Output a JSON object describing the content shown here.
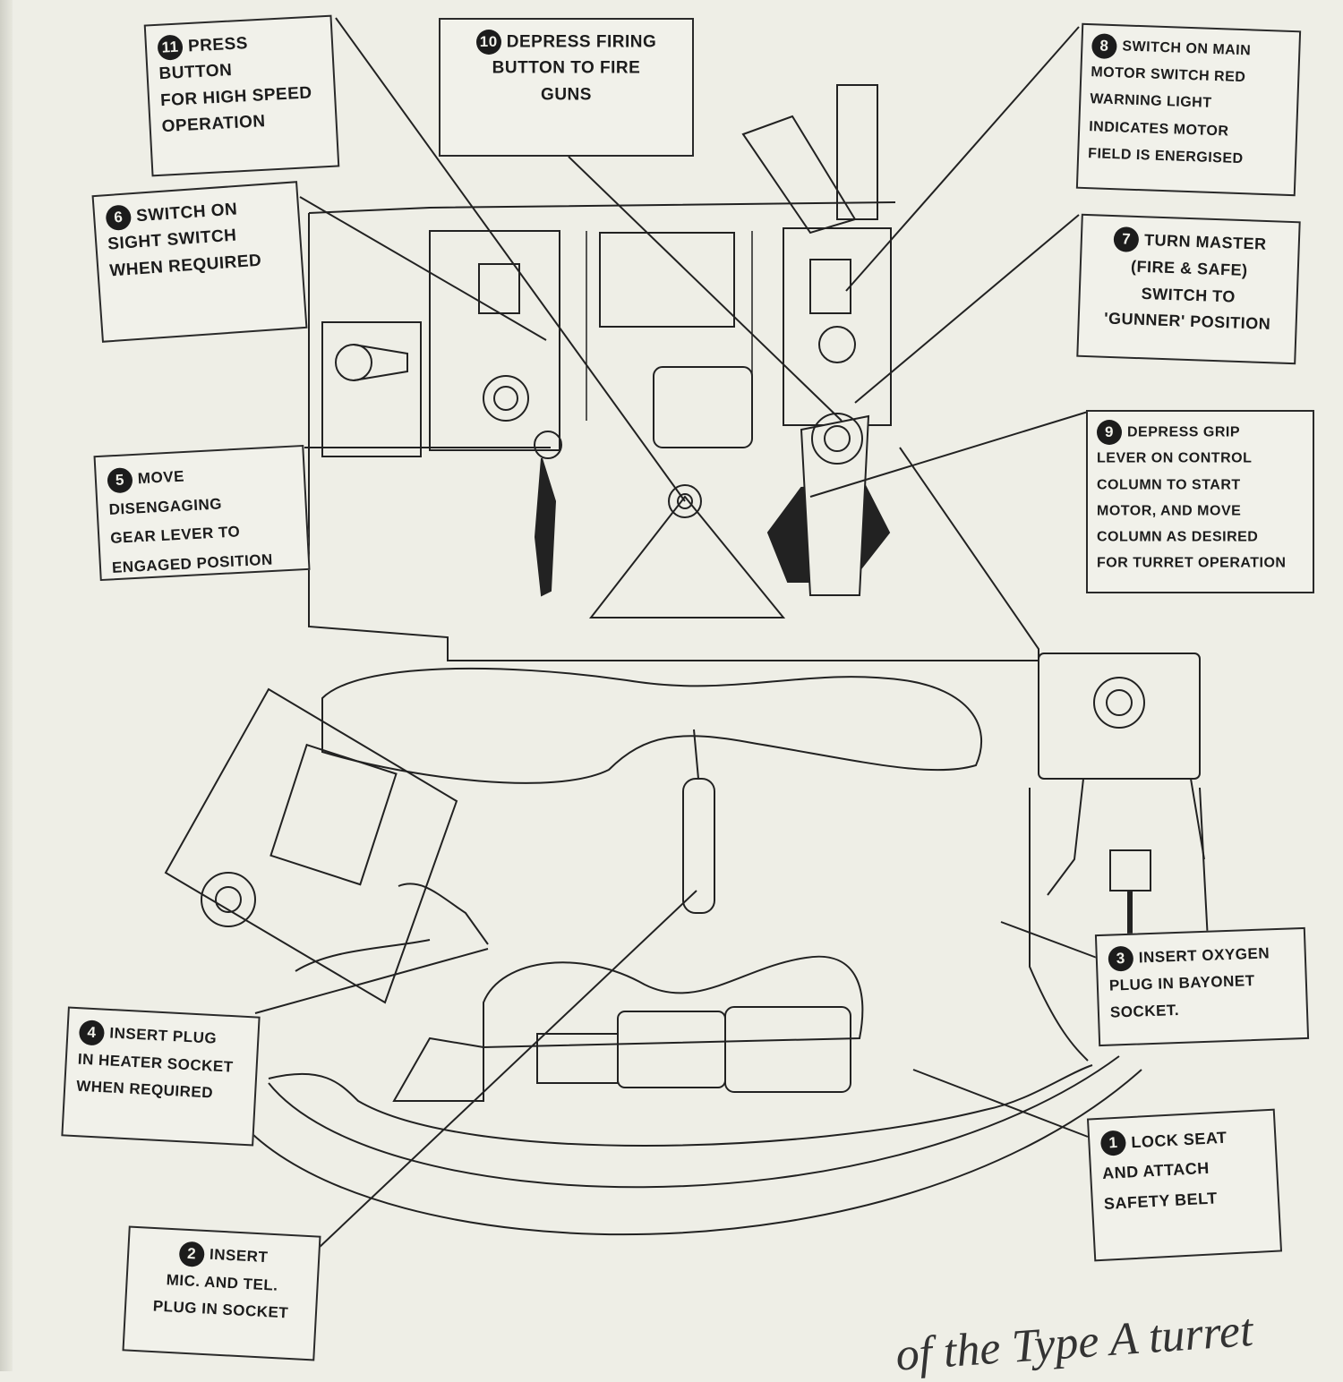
{
  "callouts": [
    {
      "id": "c11",
      "number": "11",
      "text": "PRESS BUTTON\nFOR HIGH SPEED\nOPERATION"
    },
    {
      "id": "c10",
      "number": "10",
      "text": "DEPRESS FIRING\nBUTTON TO FIRE\nGUNS"
    },
    {
      "id": "c8",
      "number": "8",
      "text": "SWITCH ON MAIN\nMOTOR SWITCH RED\nWARNING LIGHT\nINDICATES MOTOR\nFIELD IS ENERGISED"
    },
    {
      "id": "c6",
      "number": "6",
      "text": "SWITCH ON\nSIGHT SWITCH\nWHEN REQUIRED"
    },
    {
      "id": "c7",
      "number": "7",
      "text": "TURN MASTER\n(FIRE & SAFE)\nSWITCH TO\n'GUNNER' POSITION"
    },
    {
      "id": "c5",
      "number": "5",
      "text": "MOVE DISENGAGING\nGEAR LEVER TO\nENGAGED POSITION"
    },
    {
      "id": "c9",
      "number": "9",
      "text": "DEPRESS GRIP\nLEVER ON CONTROL\nCOLUMN TO START\nMOTOR, AND MOVE\nCOLUMN AS DESIRED\nFOR TURRET OPERATION"
    },
    {
      "id": "c3",
      "number": "3",
      "text": "INSERT OXYGEN\nPLUG IN BAYONET\nSOCKET."
    },
    {
      "id": "c4",
      "number": "4",
      "text": "INSERT PLUG\nIN HEATER SOCKET\nWHEN REQUIRED"
    },
    {
      "id": "c1",
      "number": "1",
      "text": "LOCK SEAT\nAND ATTACH\nSAFETY BELT"
    },
    {
      "id": "c2",
      "number": "2",
      "text": "INSERT\nMIC. AND TEL.\nPLUG IN SOCKET"
    }
  ],
  "caption": "of the Type A turret",
  "colors": {
    "ink": "#1c1c1c",
    "paper": "#eeeee6"
  }
}
